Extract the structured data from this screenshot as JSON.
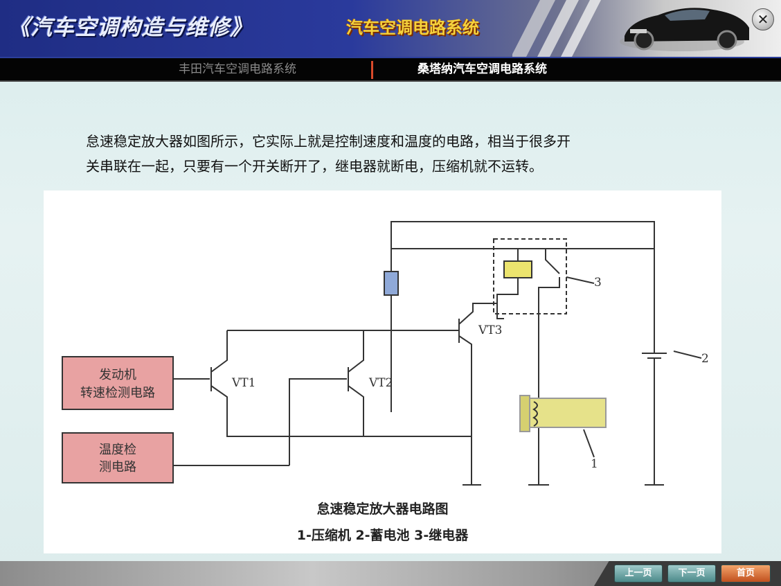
{
  "header": {
    "book_title": "《汽车空调构造与维修》",
    "section_title": "汽车空调电路系统",
    "close_label": "✕"
  },
  "nav": {
    "tab_toyota": "丰田汽车空调电路系统",
    "tab_santana": "桑塔纳汽车空调电路系统"
  },
  "content": {
    "intro_line1": "怠速稳定放大器如图所示，它实际上就是控制速度和温度的电路，相当于很多开",
    "intro_line2": "关串联在一起，只要有一个开关断开了，继电器就断电，压缩机就不运转。"
  },
  "diagram": {
    "box_engine_line1": "发动机",
    "box_engine_line2": "转速检测电路",
    "box_temp_line1": "温度检",
    "box_temp_line2": "测电路",
    "vt1": "VT1",
    "vt2": "VT2",
    "vt3": "VT3",
    "label_1": "1",
    "label_2": "2",
    "label_3": "3",
    "caption_title": "怠速稳定放大器电路图",
    "caption_legend": "1-压缩机  2-蓄电池  3-继电器"
  },
  "footer": {
    "prev_label": "上一页",
    "next_label": "下一页",
    "home_label": "首页"
  },
  "colors": {
    "header_blue": "#1f2d84",
    "section_title_yellow": "#f5d23c",
    "box_fill": "#e8a2a2",
    "compressor_fill": "#e6e28a",
    "relay_coil_fill": "#ece46e",
    "resistor_fill": "#8fa9d8"
  },
  "icons": {
    "close": "close-icon",
    "car": "car-graphic"
  }
}
